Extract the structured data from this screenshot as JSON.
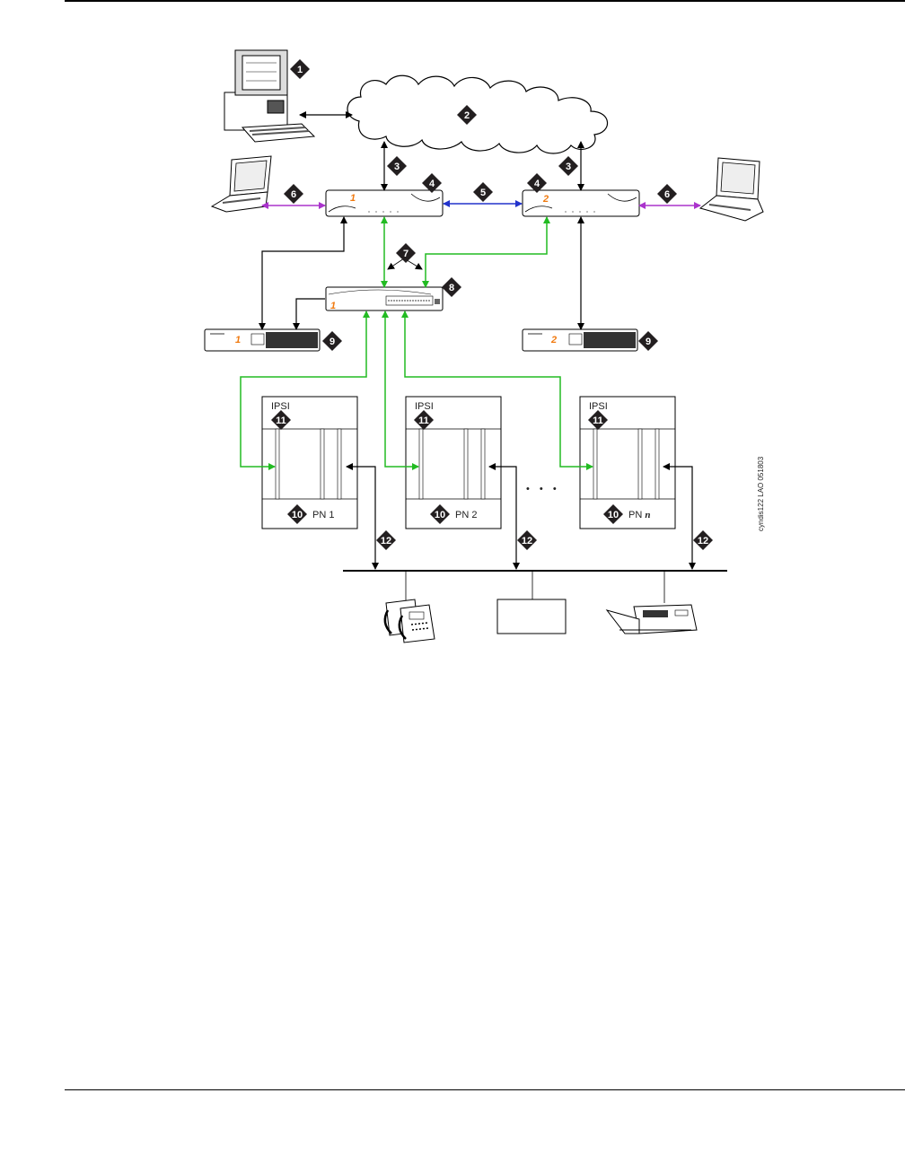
{
  "callouts": {
    "c1": "1",
    "c2": "2",
    "c3": "3",
    "c4": "4",
    "c5": "5",
    "c6": "6",
    "c7": "7",
    "c8": "8",
    "c9": "9",
    "c10": "10",
    "c11": "11",
    "c12": "12"
  },
  "units": {
    "server1": "1",
    "server2": "2",
    "switch": "1",
    "ups1": "1",
    "ups2": "2"
  },
  "port_networks": [
    {
      "ipsi_label": "IPSI",
      "pn_label": "PN 1"
    },
    {
      "ipsi_label": "IPSI",
      "pn_label": "PN 2"
    },
    {
      "ipsi_label": "IPSI",
      "pn_label": "PN ",
      "pn_suffix": "n"
    }
  ],
  "ellipsis": "• • •",
  "figure_id": "cyndis122 LAO 051803",
  "colors": {
    "black_link": "#000000",
    "green_link": "#22bb22",
    "blue_link": "#2233cc",
    "purple_link": "#aa33cc",
    "callout_fill": "#231f20",
    "unit_number": "#f07a10"
  }
}
